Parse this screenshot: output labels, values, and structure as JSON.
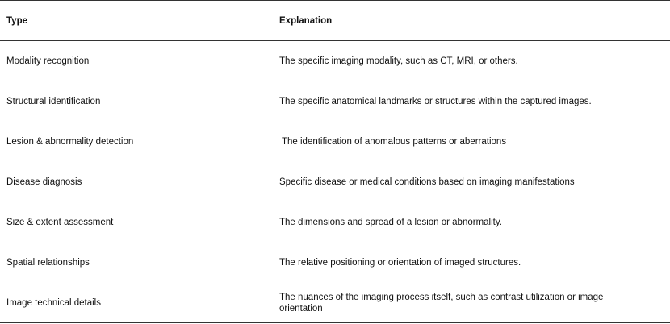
{
  "table": {
    "headers": {
      "type": "Type",
      "explanation": "Explanation"
    },
    "rows": [
      {
        "type": "Modality recognition",
        "explanation": "The specific imaging modality, such as CT, MRI, or others."
      },
      {
        "type": "Structural identification",
        "explanation": "The specific anatomical landmarks or structures within the captured images."
      },
      {
        "type": "Lesion & abnormality detection",
        "explanation": " The identification of anomalous patterns or aberrations"
      },
      {
        "type": "Disease diagnosis",
        "explanation": "Specific disease or medical conditions based on imaging manifestations"
      },
      {
        "type": "Size & extent assessment",
        "explanation": "The dimensions and spread of a lesion or abnormality."
      },
      {
        "type": "Spatial relationships",
        "explanation": "The relative positioning or orientation of imaged structures."
      },
      {
        "type": "Image technical details",
        "explanation": "The nuances of the imaging process itself, such as contrast utilization or image orientation"
      }
    ]
  }
}
